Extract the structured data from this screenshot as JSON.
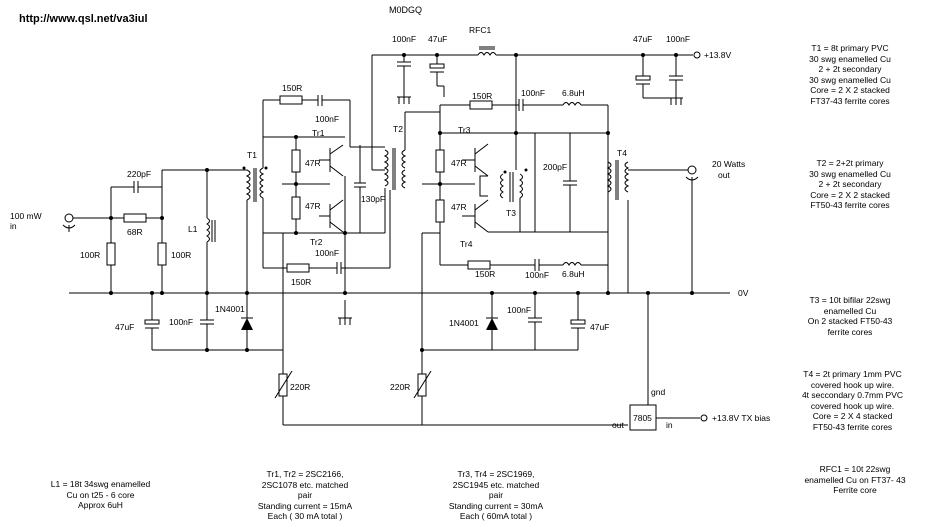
{
  "header": {
    "url": "http://www.qsl.net/va3iul",
    "callsign": "M0DGQ"
  },
  "labels": {
    "input": [
      "100 mW",
      "in"
    ],
    "output": [
      "20 Watts",
      "out"
    ],
    "supply": "+13.8V",
    "ground_rail": "0V",
    "bias": "+13.8V TX bias",
    "reg": "7805",
    "reg_gnd": "gnd",
    "reg_out": "out",
    "reg_in": "in"
  },
  "components": {
    "c220p": "220pF",
    "r68": "68R",
    "r100a": "100R",
    "r100b": "100R",
    "l1": "L1",
    "t1": "T1",
    "r150a": "150R",
    "c100na": "100nF",
    "tr1": "Tr1",
    "r47a": "47R",
    "r47b": "47R",
    "tr2": "Tr2",
    "c100nb": "100nF",
    "r150b": "150R",
    "c130p": "130pF",
    "t2": "T2",
    "c100nc": "100nF",
    "c47ua": "47uF",
    "rfc1": "RFC1",
    "c47ub": "47uF",
    "c100nd": "100nF",
    "r150c": "150R",
    "c100ne": "100nF",
    "l68a": "6.8uH",
    "tr3": "Tr3",
    "r47c": "47R",
    "r47d": "47R",
    "t3": "T3",
    "c200p": "200pF",
    "t4": "T4",
    "tr4": "Tr4",
    "r150d": "150R",
    "c100nf": "100nF",
    "l68b": "6.8uH",
    "c47uc": "47uF",
    "c100ng": "100nF",
    "d1": "1N4001",
    "d2": "1N4001",
    "c100nh": "100nF",
    "c47ud": "47uF",
    "r220a": "220R",
    "r220b": "220R"
  },
  "notes": {
    "t1": [
      "T1 = 8t primary  PVC",
      "30 swg enamelled Cu",
      "2 + 2t secondary",
      "30 swg enamelled Cu",
      "Core = 2 X 2 stacked",
      "FT37-43 ferrite cores"
    ],
    "t2": [
      "T2 =  2+2t primary",
      "30 swg enamelled Cu",
      "2 + 2t secondary",
      "Core = 2 X 2 stacked",
      "FT50-43 ferrite cores"
    ],
    "t3": [
      "T3 = 10t bifilar 22swg",
      "enamelled Cu",
      "On 2 stacked FT50-43",
      "ferrite cores"
    ],
    "t4": [
      "T4 = 2t primary 1mm PVC",
      "covered hook up wire.",
      "4t seccondary 0.7mm PVC",
      "covered hook up wire.",
      "Core = 2 X 4 stacked",
      "FT50-43 ferrite cores"
    ],
    "rfc1": [
      "RFC1 = 10t  22swg",
      "enamelled Cu on FT37- 43",
      "Ferrite core"
    ],
    "l1": [
      "L1 = 18t  34swg enamelled",
      "Cu on t25 - 6 core",
      "Approx 6uH"
    ],
    "tr12": [
      "Tr1, Tr2 = 2SC2166,",
      "2SC1078 etc. matched",
      "pair",
      "Standing current = 15mA",
      "Each ( 30 mA total )"
    ],
    "tr34": [
      "Tr3, Tr4 = 2SC1969,",
      "2SC1945 etc. matched",
      "pair",
      "Standing current = 30mA",
      "Each ( 60mA total )"
    ]
  }
}
